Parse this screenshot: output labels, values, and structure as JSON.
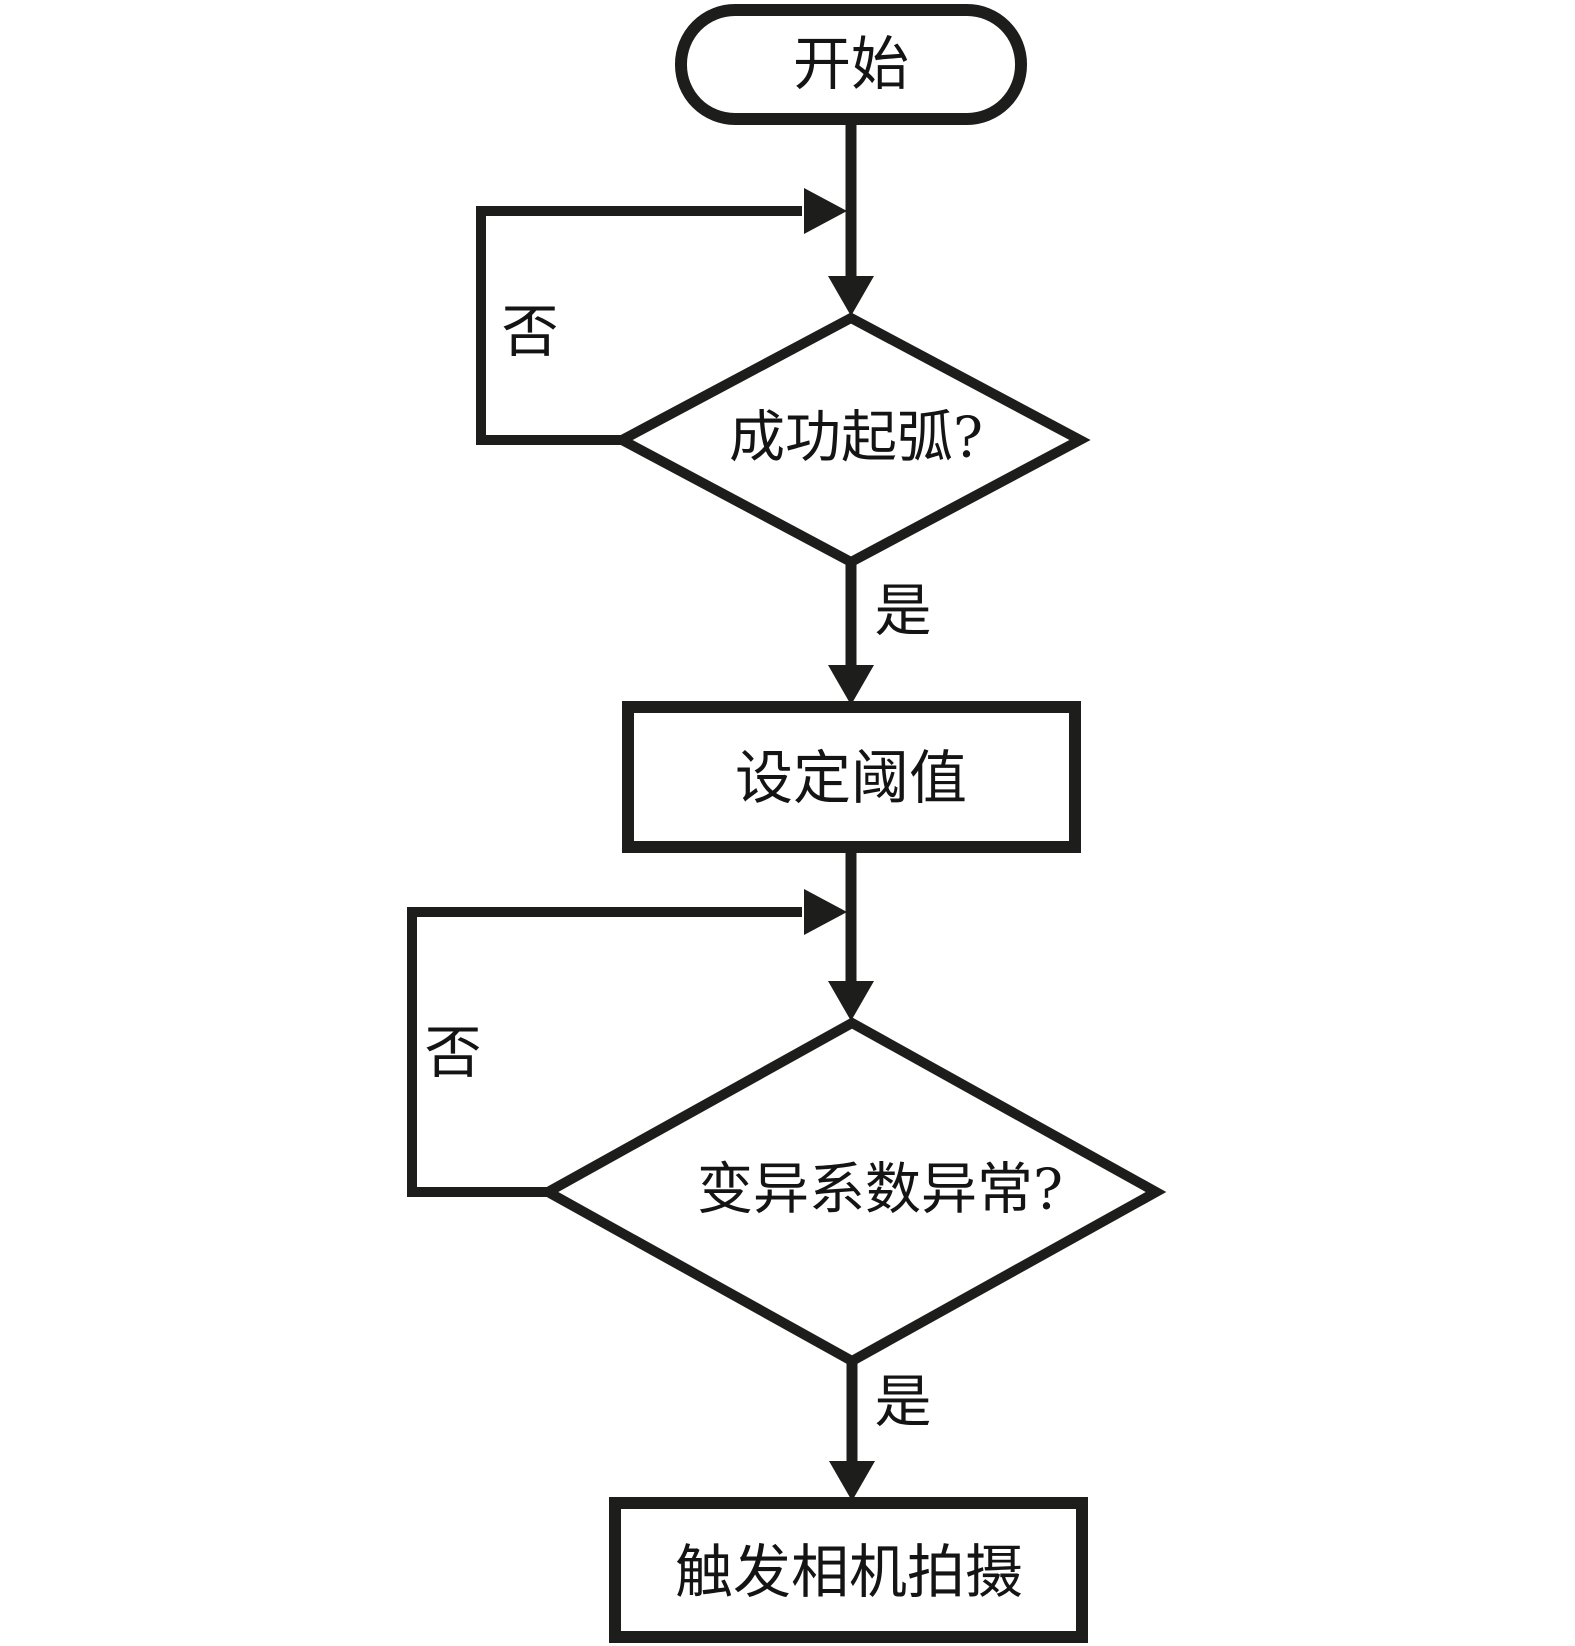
{
  "diagram": {
    "type": "flowchart",
    "background_color": "#ffffff",
    "stroke_color": "#1d1d1b",
    "text_color": "#141414",
    "nodes": [
      {
        "id": "start",
        "type": "terminator",
        "label": "开始"
      },
      {
        "id": "arc-check",
        "type": "decision",
        "label": "成功起弧?"
      },
      {
        "id": "set-threshold",
        "type": "process",
        "label": "设定阈值"
      },
      {
        "id": "cv-check",
        "type": "decision",
        "label": "变异系数异常?"
      },
      {
        "id": "trigger-camera",
        "type": "process",
        "label": "触发相机拍摄"
      }
    ],
    "edges": [
      {
        "from": "start",
        "to": "arc-check",
        "label": "",
        "kind": "straight"
      },
      {
        "from": "arc-check",
        "to": "arc-check",
        "label": "否",
        "kind": "loop-back-left"
      },
      {
        "from": "arc-check",
        "to": "set-threshold",
        "label": "是",
        "kind": "straight"
      },
      {
        "from": "set-threshold",
        "to": "cv-check",
        "label": "",
        "kind": "straight"
      },
      {
        "from": "cv-check",
        "to": "cv-check",
        "label": "否",
        "kind": "loop-back-left"
      },
      {
        "from": "cv-check",
        "to": "trigger-camera",
        "label": "是",
        "kind": "straight"
      }
    ]
  }
}
